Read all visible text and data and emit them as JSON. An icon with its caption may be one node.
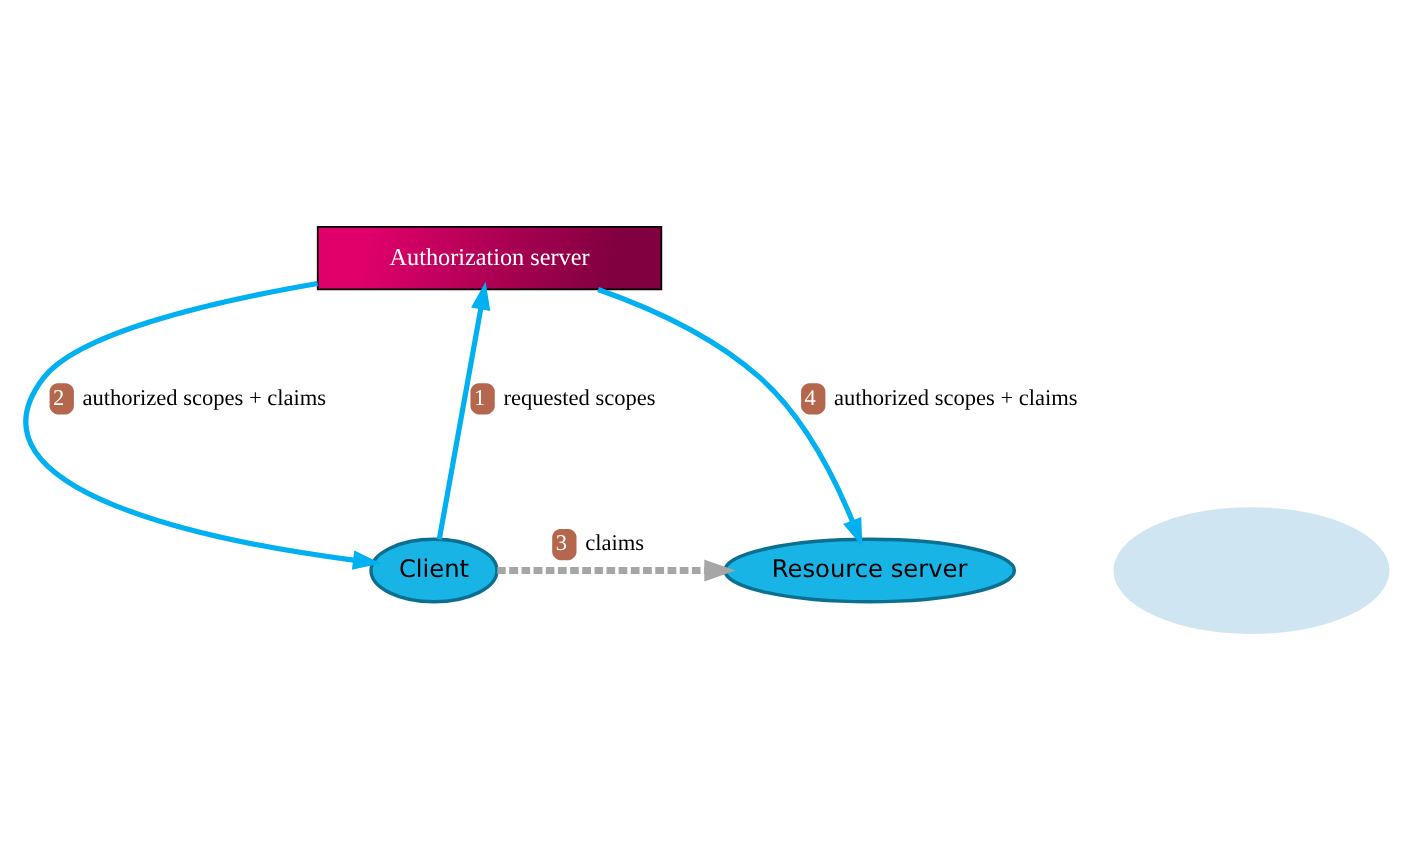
{
  "diagram": {
    "nodes": [
      {
        "text": [
          "Authorization server"
        ]
      },
      {
        "text": [
          "Client"
        ]
      },
      {
        "text": [
          "Resource server"
        ]
      },
      {
        "text": [],
        "shape": "cloud"
      }
    ],
    "edges": [
      {
        "from": 1,
        "to": 0,
        "arrow": "to",
        "label": "requested scopes",
        "color": "#00b0f0"
      },
      {
        "from": 0,
        "to": 1,
        "arrow": "to",
        "label": "authorized scopes + claims",
        "color": "#00b0f0"
      },
      {
        "from": 1,
        "to": 2,
        "arrow": "to",
        "label": "claims",
        "style": "dashed",
        "color": "#a6a6a6"
      },
      {
        "from": 0,
        "to": 2,
        "arrow": "to",
        "label": "authorized scopes + claims",
        "color": "#00b0f0"
      }
    ],
    "labels": [
      "1",
      "2",
      "3",
      "4"
    ]
  }
}
